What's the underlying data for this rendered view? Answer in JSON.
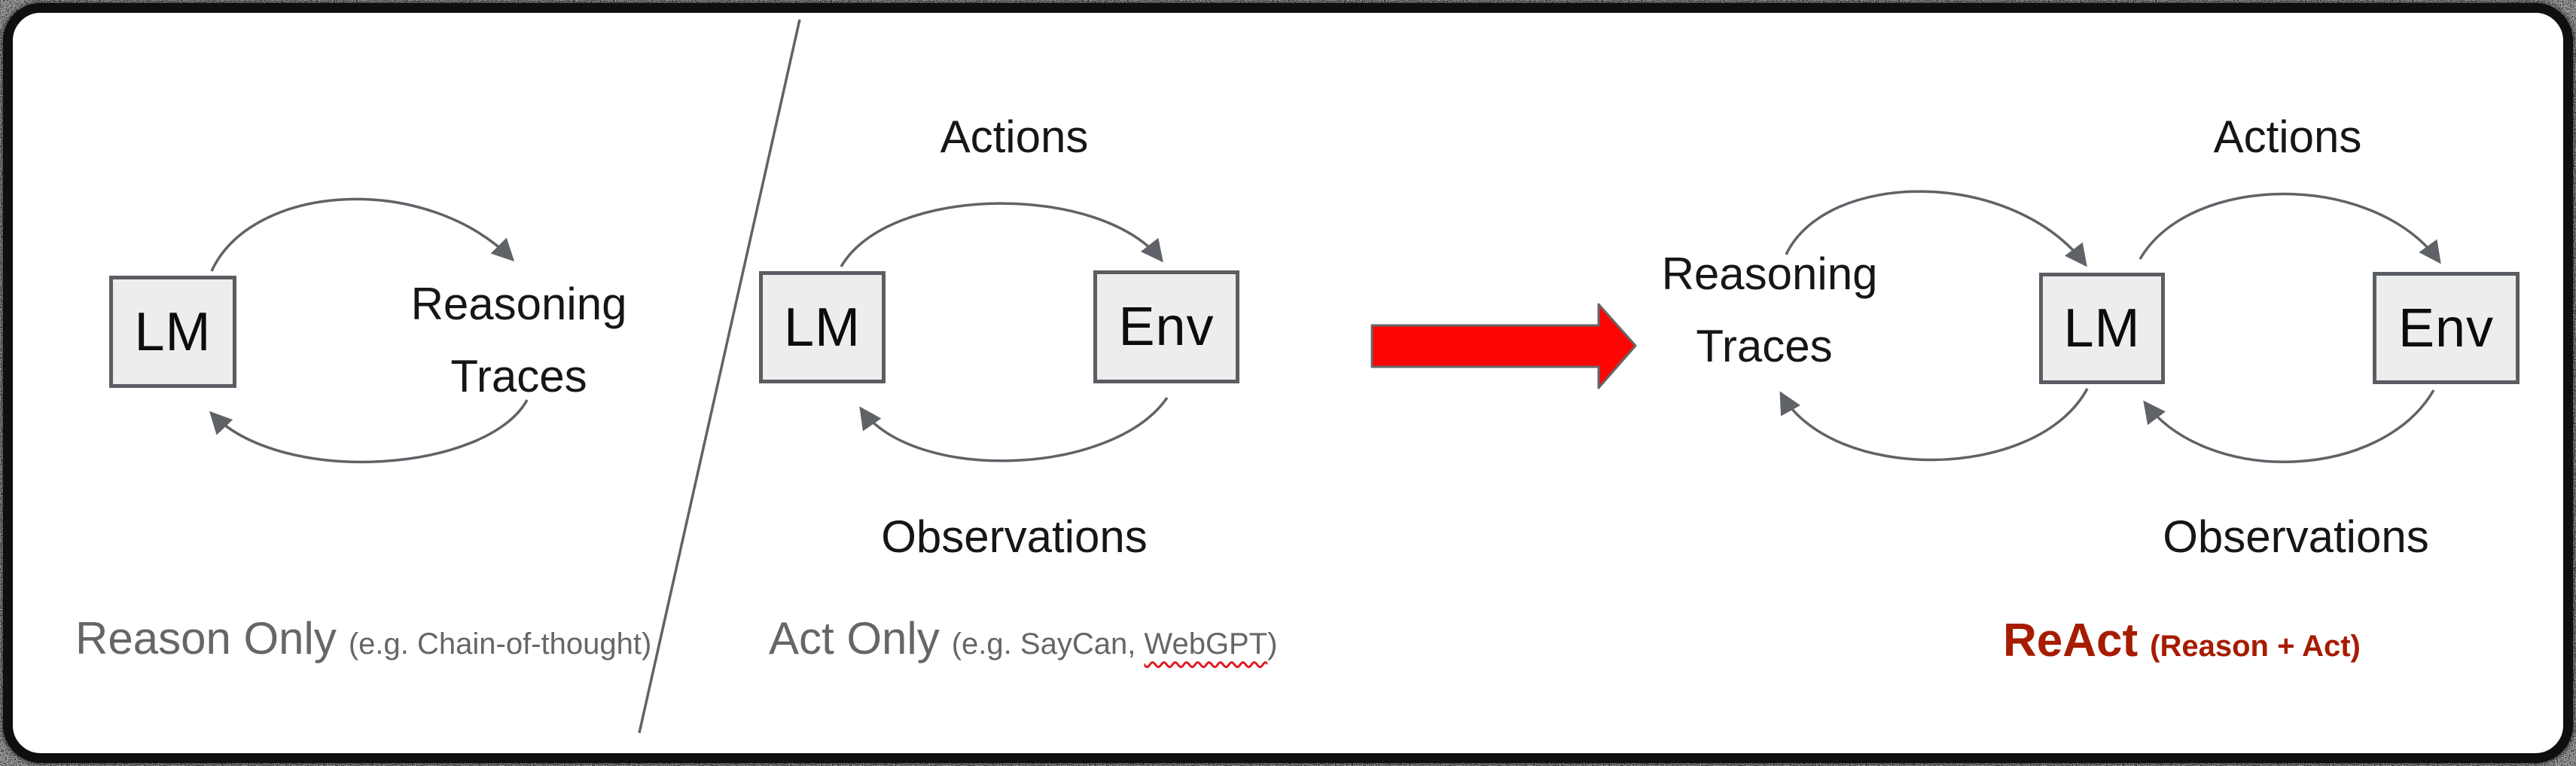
{
  "figure": {
    "description_left_node": "LM",
    "description_right_node": "Env"
  },
  "colors": {
    "arrow_red": "#fe0505",
    "react_red": "#a61c00",
    "caption_gray": "#666666",
    "line_gray": "#5f6368",
    "box_fill": "#ededed",
    "box_border": "#5a5e62"
  },
  "panels": [
    {
      "caption_main": "Reason Only",
      "caption_sub": "(e.g. Chain-of-thought)",
      "lm_label": "LM",
      "loop_line1": "Reasoning",
      "loop_line2": "Traces"
    },
    {
      "caption_main": "Act Only",
      "caption_sub_prefix": "(e.g. SayCan, ",
      "caption_sub_flagged": "WebGPT",
      "caption_sub_suffix": ")",
      "lm_label": "LM",
      "env_label": "Env",
      "top_label": "Actions",
      "bottom_label": "Observations"
    },
    {
      "caption_main": "ReAct",
      "caption_sub": "(Reason + Act)",
      "lm_label": "LM",
      "env_label": "Env",
      "top_label": "Actions",
      "bottom_label": "Observations",
      "loop_line1": "Reasoning",
      "loop_line2": "Traces"
    }
  ]
}
